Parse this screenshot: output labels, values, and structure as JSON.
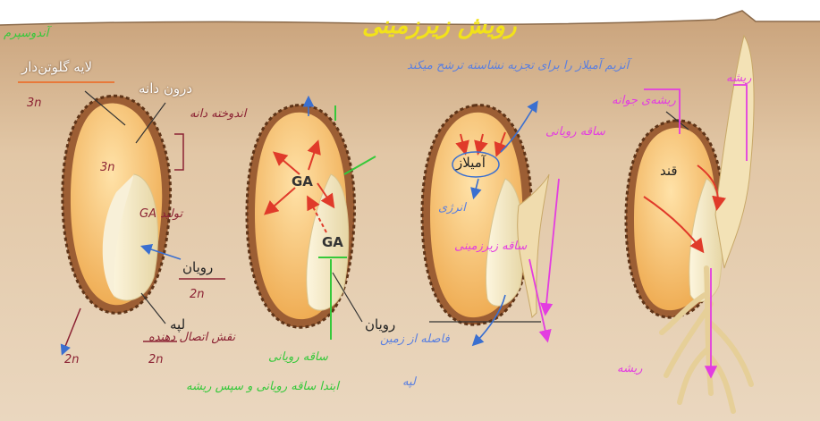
{
  "title": "رویش زیرزمینی",
  "printed_labels": {
    "aleurone_layer": "لایه گلوتن‌دار",
    "endosperm": "درون دانه",
    "embryo_1": "رویان",
    "cotyledon": "لپه",
    "ga_1": "GA",
    "ga_2": "GA",
    "embryo_2": "رویان",
    "amylase": "آمیلاز",
    "sugar": "قند"
  },
  "handwritten_notes": {
    "ploidy_endosperm": "3n",
    "ploidy_embryo": "2n",
    "ploidy_cotyledon": "2n",
    "ploidy_note": "3n",
    "ga_produce": "تولید GA",
    "cotyledon_role": "نقش اتصال دهنده",
    "cotyledon_role2": "2n",
    "endosperm_notes": "اندوخته دانه",
    "green_top": "آندوسپرم",
    "green_bottom": "ابتدا ساقه رویانی و سپس ریشه",
    "green_bottom2": "ساقه رویانی",
    "blue_top": "آنزیم آمیلاز را برای تجزیه نشاسته ترشح میکند",
    "blue_energy": "انرژی",
    "blue_bottom": "فاصله از زمین",
    "blue_bottom2": "لپه",
    "magenta_1": "ساقه رویانی",
    "magenta_2": "ساقه زیرزمینی",
    "magenta_3": "ریشه",
    "magenta_4": "ریشه‌ی جوانه",
    "magenta_root": "ریشه"
  },
  "colors": {
    "soil": "#d8b892",
    "sky": "#ffffff",
    "seed_coat": "#a8683a",
    "endosperm": "#f6c57a",
    "embryo": "#f2e6c4",
    "arrow_red": "#e03a2a",
    "ink_green": "#35c93a",
    "ink_blue": "#5a7fe0",
    "ink_magenta": "#e33de0",
    "ink_yellow": "#f2e21a",
    "ink_red": "#8b2233"
  }
}
